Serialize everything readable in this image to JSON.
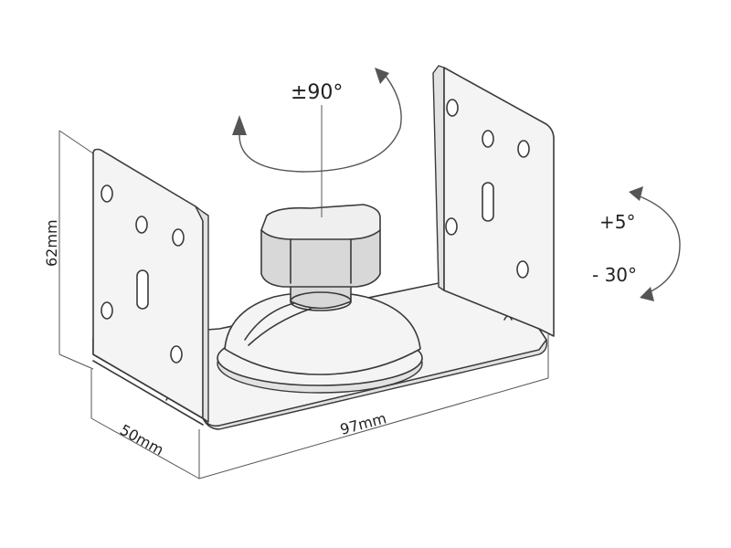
{
  "annotations": {
    "rotation": "±90°",
    "tilt_up": "+5°",
    "tilt_down": "- 30°"
  },
  "dimensions": {
    "height": "62mm",
    "depth": "50mm",
    "width": "97mm"
  }
}
